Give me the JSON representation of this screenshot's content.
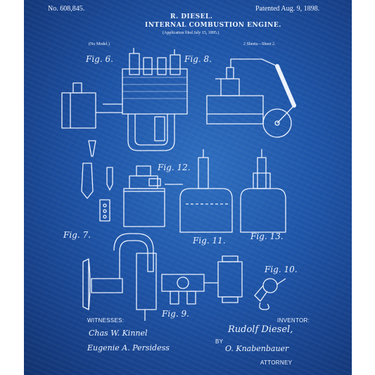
{
  "header": {
    "patent_no": "No. 608,845.",
    "patented": "Patented Aug. 9, 1898.",
    "inventor_name": "R. DIESEL.",
    "title": "INTERNAL COMBUSTION ENGINE.",
    "application": "(Application filed July 15, 1895.)",
    "model": "(No Model.)",
    "sheets": "2 Sheets—Sheet 2."
  },
  "figures": {
    "fig6": "Fig. 6.",
    "fig8": "Fig. 8.",
    "fig7": "Fig. 7.",
    "fig11": "Fig. 11.",
    "fig12": "Fig. 12.",
    "fig13": "Fig. 13.",
    "fig9": "Fig. 9.",
    "fig10": "Fig. 10."
  },
  "footer": {
    "witnesses_label": "WITNESSES:",
    "witness1": "Chas W. Kinnel",
    "witness2": "Eugenie A. Persidess",
    "inventor_label": "INVENTOR:",
    "inventor_signature": "Rudolf Diesel,",
    "by_label": "BY",
    "attorney_signature": "O. Knabenbauer",
    "attorney_label": "ATTORNEY"
  },
  "colors": {
    "paper": "#1f55a8",
    "ink": "#eef4ff"
  }
}
